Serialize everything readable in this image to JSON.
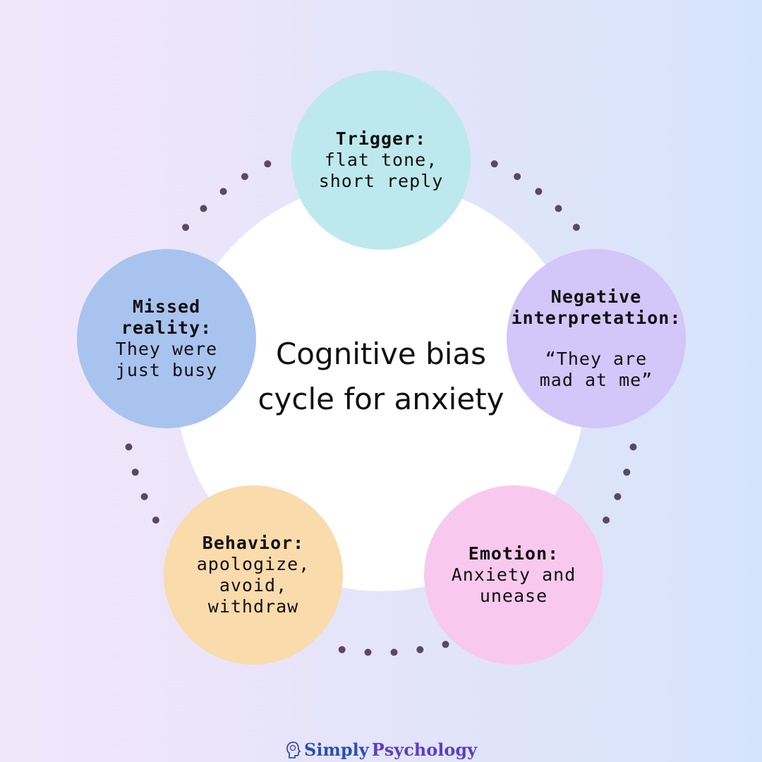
{
  "center": {
    "lines": [
      "Cognitive bias",
      "cycle for anxiety"
    ]
  },
  "nodes": [
    {
      "id": "trigger",
      "color": "#bde9ee",
      "title_lines": [
        "Trigger:"
      ],
      "body_lines": [
        "flat tone,",
        "short reply"
      ]
    },
    {
      "id": "negative",
      "color": "#d3c6f9",
      "title_lines": [
        "Negative",
        "interpretation:"
      ],
      "body_lines": [
        "“They are",
        "mad at me”"
      ]
    },
    {
      "id": "emotion",
      "color": "#f9c8ef",
      "title_lines": [
        "Emotion:"
      ],
      "body_lines": [
        "Anxiety and",
        "unease"
      ]
    },
    {
      "id": "behavior",
      "color": "#fadbab",
      "title_lines": [
        "Behavior:"
      ],
      "body_lines": [
        "apologize,",
        "avoid,",
        "withdraw"
      ]
    },
    {
      "id": "missed",
      "color": "#a9c3ef",
      "title_lines": [
        "Missed",
        "reality:"
      ],
      "body_lines": [
        "They were",
        "just busy"
      ]
    }
  ],
  "dots": {
    "color": "#5a4863"
  },
  "logo": {
    "part1": "Simply",
    "part2": "Psychology",
    "color1": "#2b4fb5",
    "color2": "#5c3fc4"
  }
}
